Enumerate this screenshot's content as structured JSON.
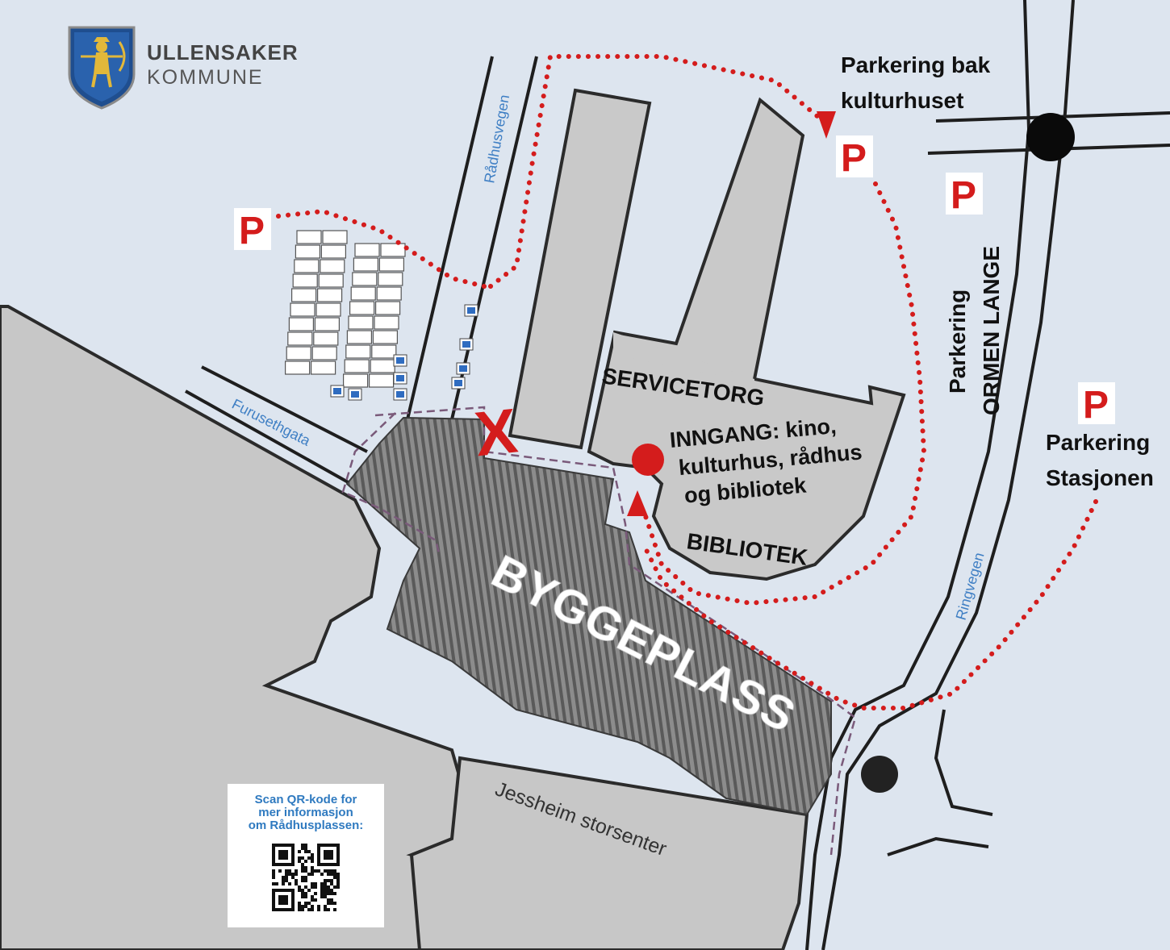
{
  "brand": {
    "name": "ULLENSAKER",
    "subtitle": "KOMMUNE",
    "crest_icon": "ullensaker-crest-icon"
  },
  "streets": {
    "radhusvegen": "Rådhusvegen",
    "furusethgata": "Furusethgata",
    "ringvegen": "Ringvegen"
  },
  "buildings": {
    "servicetorg": "SERVICETORG",
    "bibliotek": "BIBLIOTEK",
    "jessheim_storsenter": "Jessheim storsenter",
    "byggeplass": "BYGGEPLASS"
  },
  "entrance": {
    "line1": "INNGANG: kino,",
    "line2": "kulturhus, rådhus",
    "line3": "og bibliotek",
    "marker_icon": "entrance-dot-icon"
  },
  "blocked_marker": "X",
  "parking": {
    "sign_letter": "P",
    "bak_kulturhuset": {
      "line1": "Parkering bak",
      "line2": "kulturhuset"
    },
    "ormen_lange": {
      "line1": "Parkering",
      "line2": "ORMEN LANGE"
    },
    "stasjonen": {
      "line1": "Parkering",
      "line2": "Stasjonen"
    },
    "accessible_icon": "wheelchair-icon"
  },
  "qr": {
    "line1": "Scan QR-kode for",
    "line2": "mer informasjon",
    "line3": "om Rådhusplassen:",
    "icon": "qr-code-icon"
  },
  "colors": {
    "background": "#dde5ef",
    "building": "#c9c9c9",
    "route": "#d41c1c",
    "road_label": "#3f7fc4",
    "construction_hatch": "#6a6a6a"
  }
}
